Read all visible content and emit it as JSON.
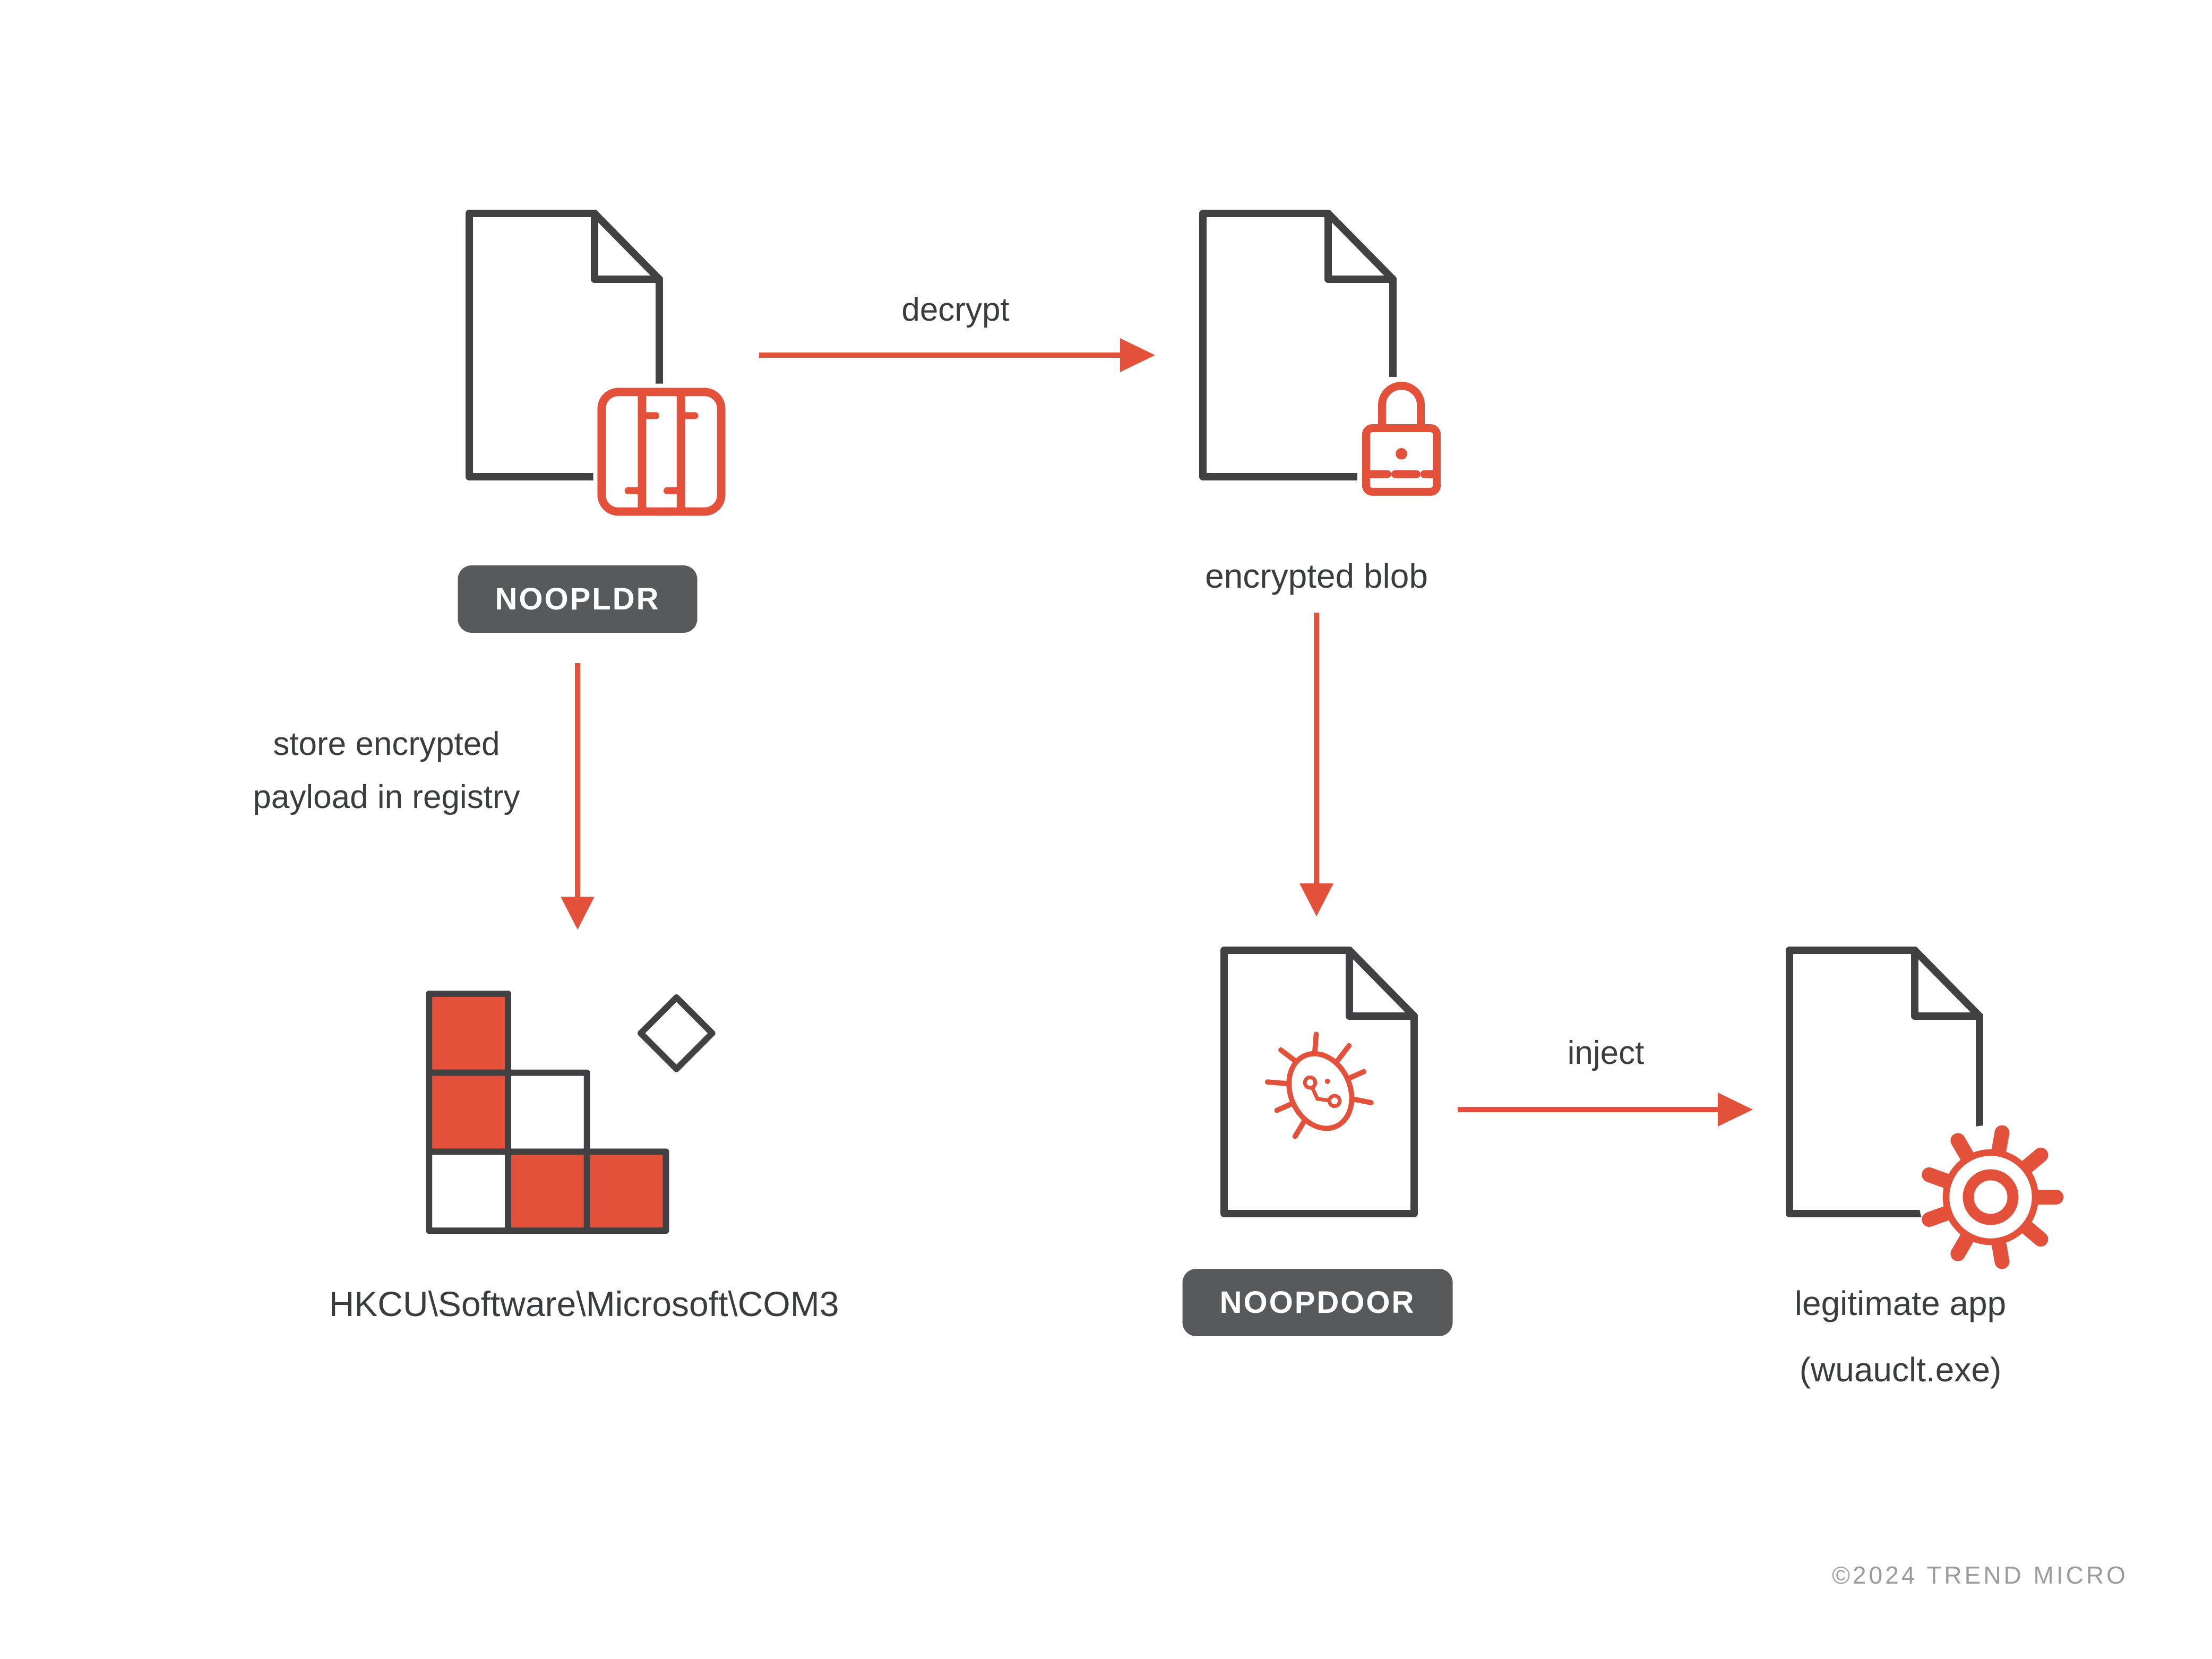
{
  "colors": {
    "accent": "#e3513b",
    "outline": "#414042",
    "badge_background": "#58595b",
    "label_text": "#3a3c3d",
    "footer_text": "#9c9c9c",
    "background": "#ffffff"
  },
  "nodes": {
    "noopldr": {
      "badge": "NOOPLDR",
      "icon": "document-icon",
      "overlay_icon": "dll-module-icon"
    },
    "encrypted_blob": {
      "label": "encrypted blob",
      "icon": "document-icon",
      "overlay_icon": "padlock-icon"
    },
    "registry": {
      "label": "HKCU\\Software\\Microsoft\\COM3",
      "icon": "registry-blocks-icon"
    },
    "noopdoor": {
      "badge": "NOOPDOOR",
      "icon": "document-icon",
      "overlay_icon": "bug-icon"
    },
    "legitimate_app": {
      "label": "legitimate app",
      "sublabel": "(wuauclt.exe)",
      "icon": "document-icon",
      "overlay_icon": "gear-icon"
    }
  },
  "arrows": {
    "decrypt": {
      "label": "decrypt",
      "from": "noopldr",
      "to": "encrypted_blob"
    },
    "store": {
      "label_line1": "store encrypted",
      "label_line2": "payload in registry",
      "from": "noopldr",
      "to": "registry"
    },
    "blob_to_noopdoor": {
      "from": "encrypted_blob",
      "to": "noopdoor"
    },
    "inject": {
      "label": "inject",
      "from": "noopdoor",
      "to": "legitimate_app"
    }
  },
  "footer": {
    "copyright": "©2024 TREND MICRO"
  }
}
